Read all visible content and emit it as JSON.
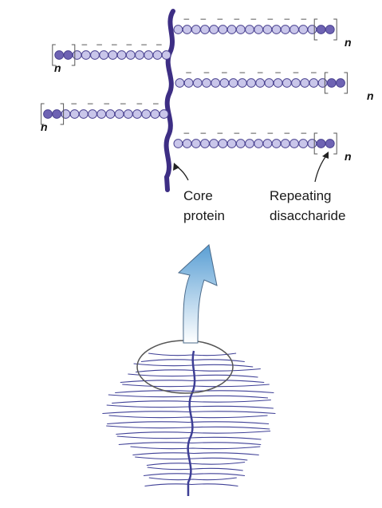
{
  "labels": {
    "core_line1": "Core",
    "core_line2": "protein",
    "rep_line1": "Repeating",
    "rep_line2": "disaccharide",
    "repeat_symbol": "n",
    "charge_symbol": "–"
  },
  "colors": {
    "core_protein": "#3d2e84",
    "bead_light": "#c9c6ea",
    "bead_dark": "#6e63b3",
    "bead_outline": "#4a4290",
    "fiber": "#3e3f96",
    "arrow_top": "#5a9fd4",
    "arrow_bottom": "#ffffff"
  },
  "chains": [
    {
      "side": "right",
      "light_beads": 16,
      "dark_beads": 2,
      "charges": 8
    },
    {
      "side": "left",
      "light_beads": 11,
      "dark_beads": 2,
      "charges": 6
    },
    {
      "side": "right",
      "light_beads": 17,
      "dark_beads": 2,
      "charges": 8
    },
    {
      "side": "left",
      "light_beads": 12,
      "dark_beads": 2,
      "charges": 6
    },
    {
      "side": "right",
      "light_beads": 16,
      "dark_beads": 2,
      "charges": 8
    }
  ]
}
